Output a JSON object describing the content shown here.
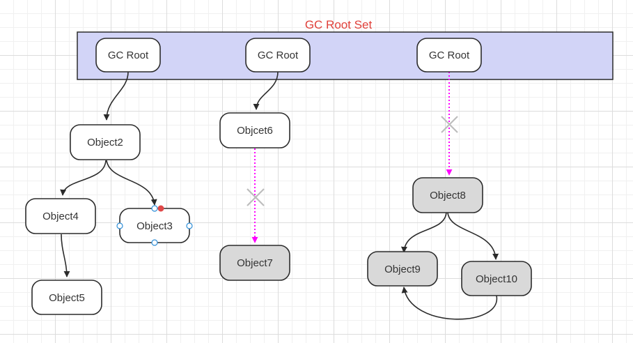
{
  "title": "GC Root Set",
  "colors": {
    "title": "#e0403a",
    "root_set_fill": "#d2d4f7",
    "node_fill": "#ffffff",
    "unreachable_fill": "#d9d9d9",
    "stroke": "#2b2b2b",
    "broken_link": "#ff00ff",
    "cross": "#bdbdbd",
    "handle": "#2f8fd8",
    "handle_active": "#e04848"
  },
  "nodes": {
    "gc_root_1": {
      "label": "GC Root",
      "state": "root"
    },
    "gc_root_2": {
      "label": "GC Root",
      "state": "root"
    },
    "gc_root_3": {
      "label": "GC Root",
      "state": "root"
    },
    "object2": {
      "label": "Object2",
      "state": "reachable"
    },
    "object4": {
      "label": "Object4",
      "state": "reachable"
    },
    "object3": {
      "label": "Object3",
      "state": "reachable",
      "selected": true
    },
    "object5": {
      "label": "Object5",
      "state": "reachable"
    },
    "objcet6": {
      "label": "Objcet6",
      "state": "reachable"
    },
    "object7": {
      "label": "Object7",
      "state": "unreachable"
    },
    "object8": {
      "label": "Object8",
      "state": "unreachable"
    },
    "object9": {
      "label": "Object9",
      "state": "unreachable"
    },
    "object10": {
      "label": "Object10",
      "state": "unreachable"
    }
  },
  "edges": [
    {
      "from": "gc_root_1",
      "to": "object2",
      "style": "solid"
    },
    {
      "from": "object2",
      "to": "object4",
      "style": "solid"
    },
    {
      "from": "object2",
      "to": "object3",
      "style": "solid"
    },
    {
      "from": "object4",
      "to": "object5",
      "style": "solid"
    },
    {
      "from": "gc_root_2",
      "to": "objcet6",
      "style": "solid"
    },
    {
      "from": "objcet6",
      "to": "object7",
      "style": "broken"
    },
    {
      "from": "gc_root_3",
      "to": "object8",
      "style": "broken"
    },
    {
      "from": "object8",
      "to": "object9",
      "style": "solid"
    },
    {
      "from": "object8",
      "to": "object10",
      "style": "solid"
    },
    {
      "from": "object10",
      "to": "object9",
      "style": "solid"
    }
  ]
}
